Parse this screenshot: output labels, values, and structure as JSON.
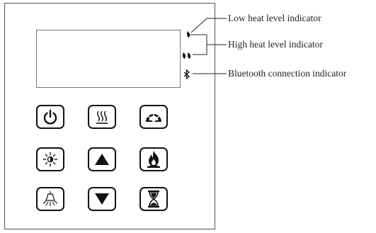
{
  "callouts": {
    "low_heat": "Low heat level indicator",
    "high_heat": "High heat level indicator",
    "bluetooth": "Bluetooth connection indicator"
  },
  "buttons": [
    {
      "row": 1,
      "col": 1,
      "icon": "power-icon"
    },
    {
      "row": 1,
      "col": 2,
      "icon": "heat-waves-icon"
    },
    {
      "row": 1,
      "col": 3,
      "icon": "gauge-icon"
    },
    {
      "row": 2,
      "col": 1,
      "icon": "brightness-icon"
    },
    {
      "row": 2,
      "col": 2,
      "icon": "arrow-up-icon"
    },
    {
      "row": 2,
      "col": 3,
      "icon": "flame-icon"
    },
    {
      "row": 3,
      "col": 1,
      "icon": "lamp-icon"
    },
    {
      "row": 3,
      "col": 2,
      "icon": "arrow-down-icon"
    },
    {
      "row": 3,
      "col": 3,
      "icon": "hourglass-icon"
    }
  ],
  "colors": {
    "line": "#111111",
    "panel_border": "#555555",
    "text": "#222222"
  }
}
